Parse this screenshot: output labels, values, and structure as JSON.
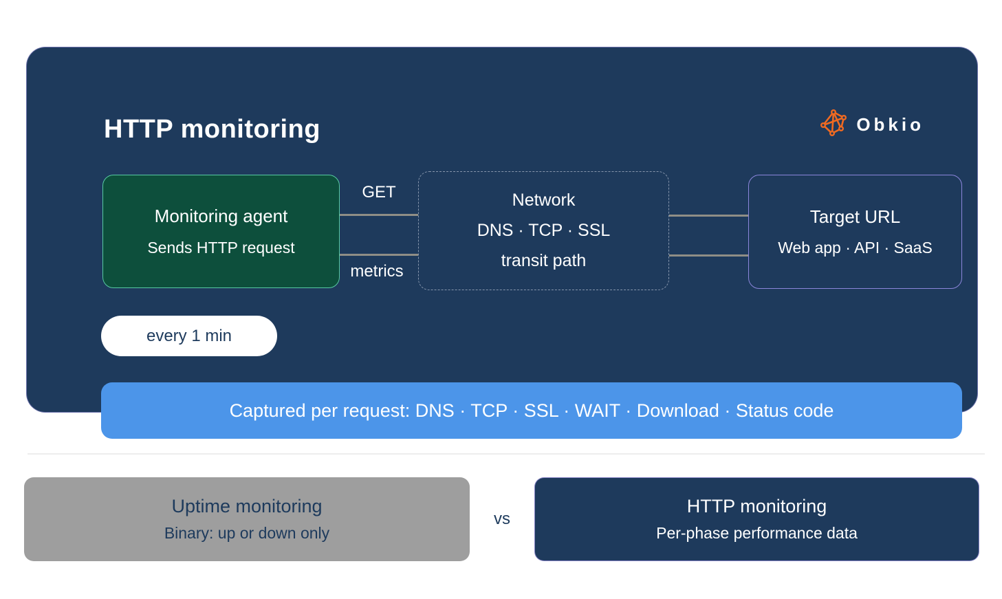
{
  "colors": {
    "card_bg": "#1e3a5c",
    "card_border": "#a096e1",
    "agent_bg": "#0d4f3c",
    "agent_border": "#58c9a3",
    "network_border": "#8796ad",
    "target_border": "#8c86dc",
    "connector": "#8f8e86",
    "banner_bg": "#4c95e9",
    "pill_bg": "#ffffff",
    "gray_box_bg": "#9e9e9e",
    "navy_text": "#1d3a5c",
    "logo_orange": "#f06a21",
    "white_text": "#ffffff"
  },
  "card": {
    "title": "HTTP monitoring",
    "logo_text": "Obkio",
    "agent": {
      "title": "Monitoring agent",
      "subtitle": "Sends HTTP request"
    },
    "labels": {
      "get": "GET",
      "metrics": "metrics"
    },
    "network": {
      "line1": "Network",
      "line2": "DNS · TCP · SSL",
      "line3": "transit path"
    },
    "target": {
      "title": "Target URL",
      "subtitle": "Web app · API · SaaS"
    },
    "pill": "every 1 min",
    "banner": "Captured per request: DNS · TCP · SSL · WAIT · Download · Status code"
  },
  "comparison": {
    "left": {
      "title": "Uptime monitoring",
      "subtitle": "Binary: up or down only"
    },
    "vs": "vs",
    "right": {
      "title": "HTTP monitoring",
      "subtitle": "Per-phase performance data"
    }
  }
}
